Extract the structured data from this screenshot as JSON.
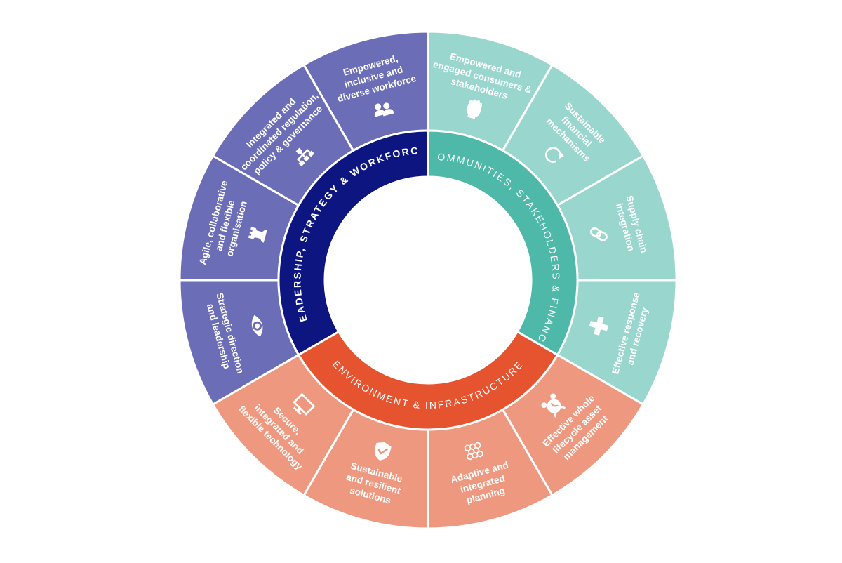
{
  "colors": {
    "leadership_inner": "#0c1580",
    "leadership_outer": "#6b6db6",
    "communities_inner": "#4fb9a9",
    "communities_outer": "#98d6ce",
    "environment_inner": "#e5532f",
    "environment_outer": "#ee9880",
    "separator": "#ffffff",
    "label": "#ffffff"
  },
  "ring": {
    "leadership": "LEADERSHIP, STRATEGY & WORKFORCE",
    "communities": "COMMUNITIES, STAKEHOLDERS & FINANCE",
    "environment": "ENVIRONMENT & INFRASTRUCTURE"
  },
  "segments": [
    {
      "group": "communities",
      "icon": "raised-fist-icon",
      "lines": [
        "Empowered and",
        "engaged consumers &",
        "stakeholders"
      ]
    },
    {
      "group": "communities",
      "icon": "circular-arrow-icon",
      "lines": [
        "Sustainable",
        "financial",
        "mechanisms"
      ]
    },
    {
      "group": "communities",
      "icon": "chain-link-icon",
      "lines": [
        "Supply chain",
        "integration"
      ]
    },
    {
      "group": "communities",
      "icon": "plus-cross-icon",
      "lines": [
        "Effective response",
        "and recovery"
      ]
    },
    {
      "group": "environment",
      "icon": "alarm-clock-icon",
      "lines": [
        "Effective whole",
        "lifecycle asset",
        "management"
      ]
    },
    {
      "group": "environment",
      "icon": "hexagon-grid-icon",
      "lines": [
        "Adaptive and",
        "integrated",
        "planning"
      ]
    },
    {
      "group": "environment",
      "icon": "shield-check-icon",
      "lines": [
        "Sustainable",
        "and resilient",
        "solutions"
      ]
    },
    {
      "group": "environment",
      "icon": "monitor-icon",
      "lines": [
        "Secure,",
        "integrated and",
        "flexible technology"
      ]
    },
    {
      "group": "leadership",
      "icon": "eye-icon",
      "lines": [
        "Strategic direction",
        "and leadership"
      ]
    },
    {
      "group": "leadership",
      "icon": "chess-rook-icon",
      "lines": [
        "Agile, collaborative",
        "and flexible",
        "organisation"
      ]
    },
    {
      "group": "leadership",
      "icon": "org-chart-icon",
      "lines": [
        "Integrated and",
        "coordinated regulation,",
        "policy & governance"
      ]
    },
    {
      "group": "leadership",
      "icon": "people-icon",
      "lines": [
        "Empowered,",
        "inclusive and",
        "diverse workforce"
      ]
    }
  ]
}
